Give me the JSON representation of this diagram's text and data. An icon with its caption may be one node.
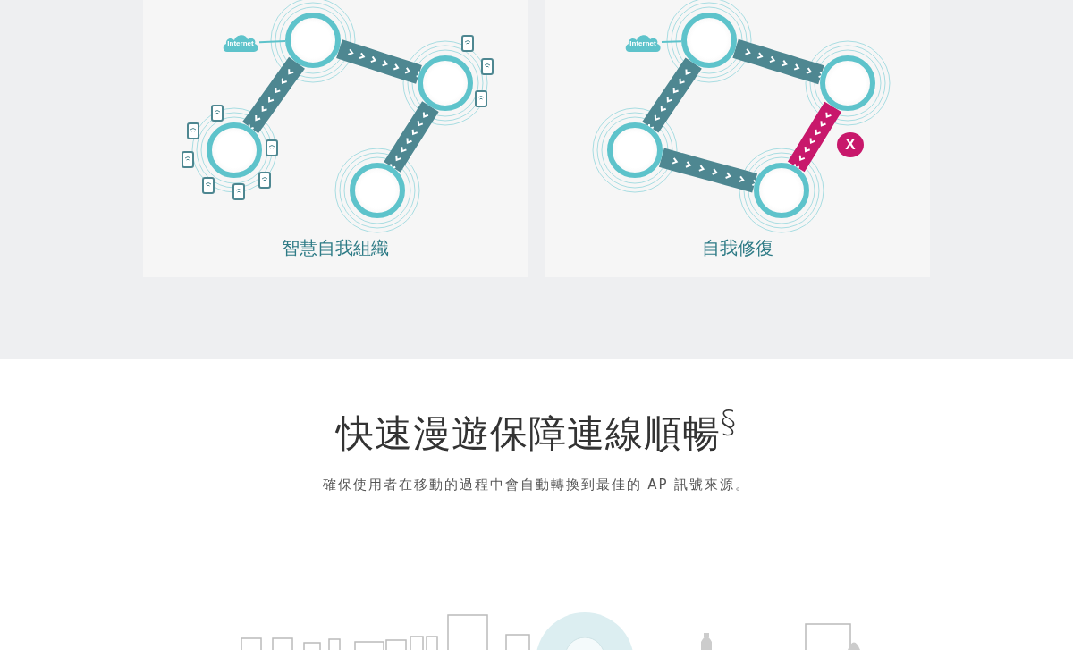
{
  "diagram": {
    "title": "快速漫遊保障連線順暢$^{§}$",
    "nodes": [
      {
        "text": [
          "智慧自我組織"
        ]
      },
      {
        "text": [
          "Internet"
        ],
        "in": 0
      },
      {
        "text": [],
        "shape": "circle",
        "in": 0
      },
      {
        "text": [],
        "shape": "circle",
        "in": 0
      },
      {
        "text": [],
        "shape": "circle",
        "in": 0
      },
      {
        "text": [],
        "shape": "circle",
        "in": 0
      },
      {
        "text": [
          "自我修復"
        ]
      },
      {
        "text": [
          "Internet"
        ],
        "in": 6
      },
      {
        "text": [],
        "shape": "circle",
        "in": 6
      },
      {
        "text": [],
        "shape": "circle",
        "in": 6
      },
      {
        "text": [],
        "shape": "circle",
        "in": 6
      },
      {
        "text": [],
        "shape": "circle",
        "in": 6
      }
    ],
    "edges": [
      {
        "from": 1,
        "to": 2,
        "arrow": "none",
        "color": "#5ec3cb"
      },
      {
        "from": 2,
        "to": 3,
        "arrow": "to"
      },
      {
        "from": 2,
        "to": 4,
        "arrow": "to"
      },
      {
        "from": 3,
        "to": 5,
        "arrow": "to"
      },
      {
        "from": 7,
        "to": 8,
        "arrow": "none",
        "color": "#5ec3cb"
      },
      {
        "from": 8,
        "to": 9,
        "arrow": "to"
      },
      {
        "from": 8,
        "to": 10,
        "arrow": "to"
      },
      {
        "from": 10,
        "to": 11,
        "arrow": "to"
      },
      {
        "from": 9,
        "to": 11,
        "arrow": "to",
        "color": "#c8186b"
      }
    ],
    "labels": [
      "X",
      "確保使用者在移動的過程中會自動轉換到最佳的 AP 訊號來源。"
    ]
  }
}
